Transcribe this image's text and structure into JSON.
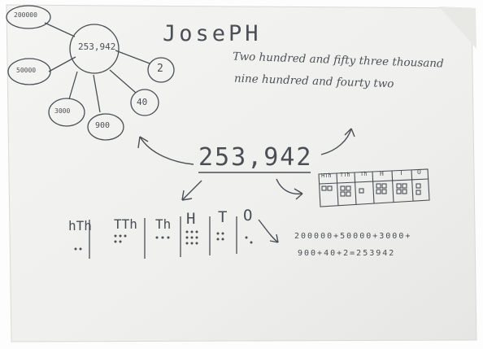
{
  "worksheet": {
    "name": "JosePH",
    "words_line1": "Two hundred and fifty three thousand",
    "words_line2": "nine hundred and fourty two",
    "number": "253,942",
    "equation_line1": "200000+50000+3000+",
    "equation_line2": "900+40+2=253942",
    "place_headers": [
      "hTh",
      "TTh",
      "Th",
      "H",
      "T",
      "O"
    ],
    "web": {
      "center": "253,942",
      "nodes": [
        "200000",
        "50000",
        "3000",
        "900",
        "40",
        "2"
      ]
    },
    "grid_headers": [
      "HTh",
      "TTh",
      "Th",
      "H",
      "T",
      "O"
    ]
  },
  "colors": {
    "paper": "#f2f2f0",
    "ink": "#4a4e55",
    "background": "#ffffff"
  }
}
